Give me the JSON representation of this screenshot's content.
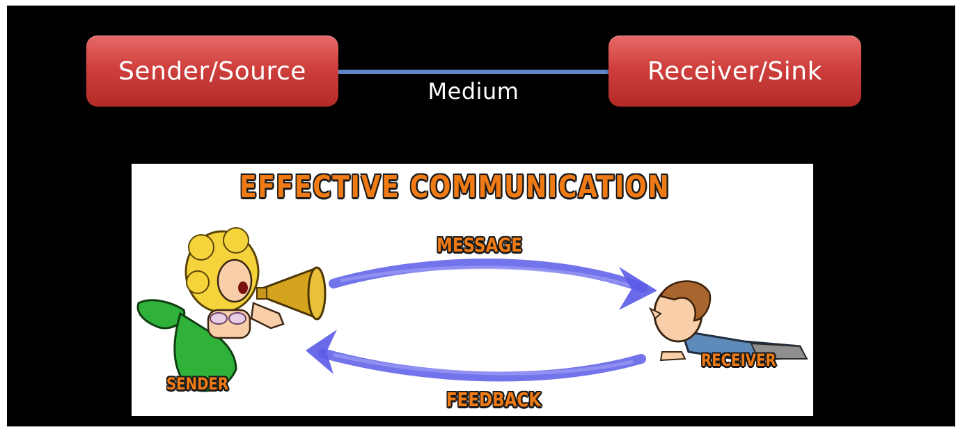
{
  "nodes": {
    "sender": "Sender/Source",
    "receiver": "Receiver/Sink",
    "medium": "Medium"
  },
  "illustration": {
    "title": "EFFECTIVE COMMUNICATION",
    "message": "MESSAGE",
    "feedback": "FEEDBACK",
    "sender": "SENDER",
    "receiver": "RECEIVER"
  },
  "colors": {
    "node_red": "#cf403d",
    "medium_line": "#5f87c7",
    "arrow_blue": "#5b5be8",
    "label_orange": "#f07b15"
  }
}
